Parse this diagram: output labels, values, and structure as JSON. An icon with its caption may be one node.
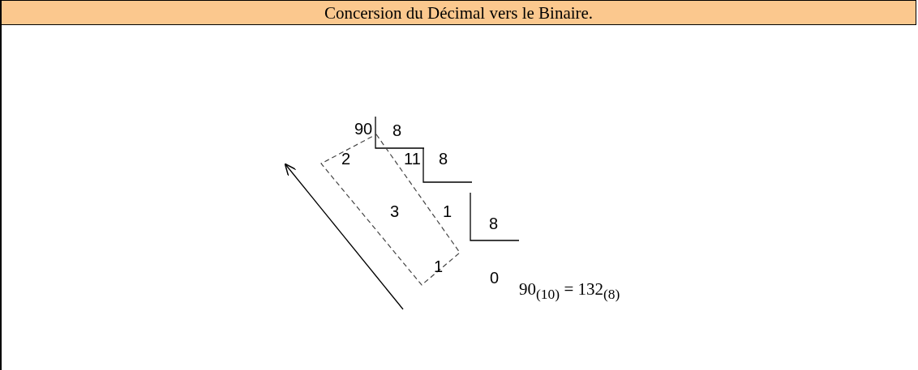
{
  "diagram": {
    "title": "Concersion du Décimal vers le Binaire.",
    "labels": [
      "90",
      "8",
      "2",
      "11",
      "8",
      "3",
      "1",
      "8",
      "1",
      "0",
      "90$_{(10)}$ = 132$_{(8)}$"
    ]
  }
}
